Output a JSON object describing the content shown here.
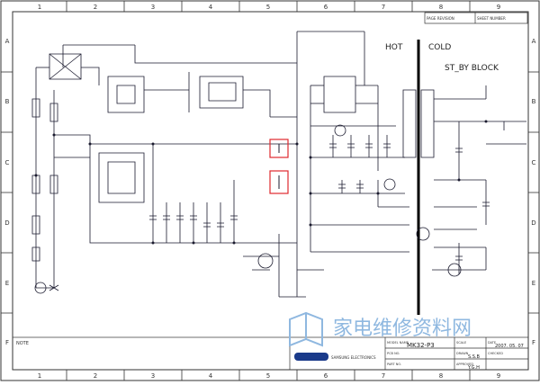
{
  "border": {
    "columns": [
      "1",
      "2",
      "3",
      "4",
      "5",
      "6",
      "7",
      "8",
      "9"
    ],
    "rows": [
      "A",
      "B",
      "C",
      "D",
      "E",
      "F"
    ]
  },
  "header": {
    "page_revision_label": "PAGE REVISION",
    "sheet_number_label": "SHEET NUMBER"
  },
  "section_labels": {
    "hot": "HOT",
    "cold": "COLD",
    "block": "ST_BY BLOCK"
  },
  "title_block": {
    "note_label": "NOTE",
    "model": "MK32-P3",
    "date": "2007. 05. 07",
    "ss_ref": "S.S.B",
    "sign": "Y.G.H",
    "company": "SAMSUNG ELECTRONICS",
    "fields": [
      "MODEL NAME",
      "SCALE",
      "DATE",
      "PCB NO.",
      "DRAWN",
      "CHECKED",
      "PART NO.",
      "APPROVED"
    ]
  },
  "watermark": {
    "text": "家电维修资料网"
  },
  "colors": {
    "line": "#1a1a2e",
    "highlight": "#e0282e",
    "watermark": "#8fb8e0"
  }
}
